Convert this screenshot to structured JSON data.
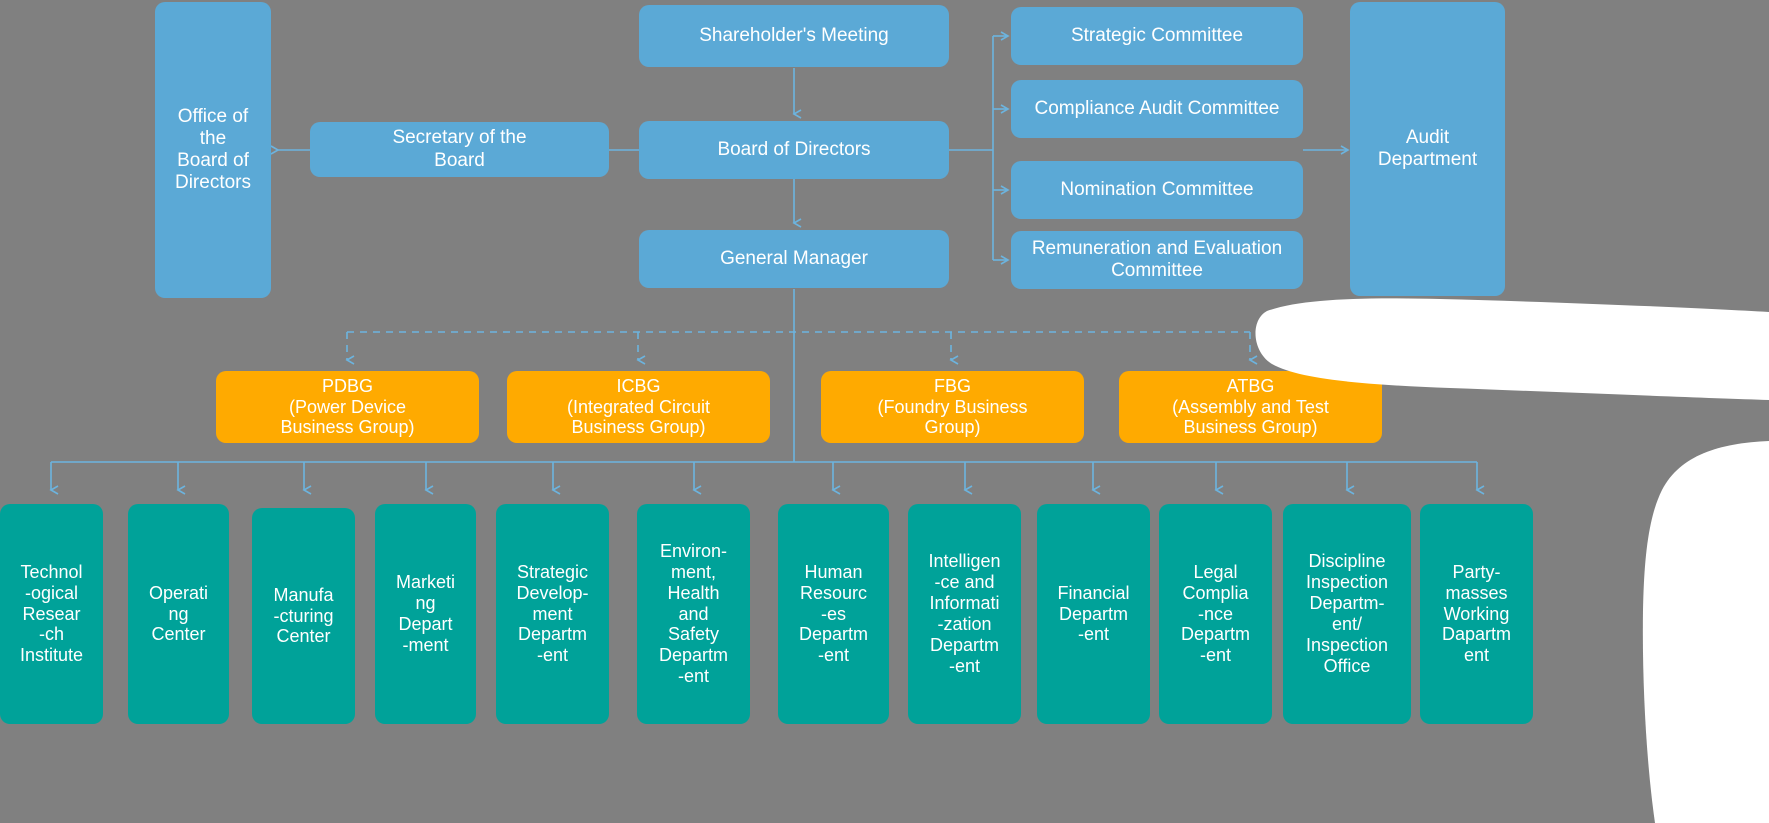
{
  "diagram": {
    "title": "Corporate Organizational Structure Chart",
    "background_color": "#808080",
    "colors": {
      "governance": "#5BA9D6",
      "business_group": "#FFAA00",
      "department": "#00A299",
      "connector": "#6CB4DF",
      "text": "#FFFFFF"
    }
  },
  "governance": {
    "shareholders_meeting": "Shareholder's Meeting",
    "board_of_directors": "Board of Directors",
    "general_manager": "General Manager",
    "secretary_of_the_board": "Secretary of the\nBoard",
    "office_of_the_board": "Office of\nthe\nBoard of\nDirectors",
    "audit_department": "Audit\nDepartment"
  },
  "committees": [
    {
      "label": "Strategic Committee"
    },
    {
      "label": "Compliance Audit Committee"
    },
    {
      "label": "Nomination Committee"
    },
    {
      "label": "Remuneration and Evaluation\nCommittee"
    }
  ],
  "business_groups": [
    {
      "abbr": "PDBG",
      "full": "(Power Device\nBusiness Group)"
    },
    {
      "abbr": "ICBG",
      "full": "(Integrated Circuit\nBusiness Group)"
    },
    {
      "abbr": "FBG",
      "full": "(Foundry Business\nGroup)"
    },
    {
      "abbr": "ATBG",
      "full": "(Assembly and Test\nBusiness Group)"
    }
  ],
  "departments": [
    {
      "label": "Technol\n-ogical\nResear\n-ch\nInstitute"
    },
    {
      "label": "Operati\nng\nCenter"
    },
    {
      "label": "Manufa\n-cturing\nCenter"
    },
    {
      "label": "Marketi\nng\nDepart\n-ment"
    },
    {
      "label": "Strategic\nDevelop-\nment\nDepartm\n-ent"
    },
    {
      "label": "Environ-\nment,\nHealth\nand\nSafety\nDepartm\n-ent"
    },
    {
      "label": "Human\nResourc\n-es\nDepartm\n-ent"
    },
    {
      "label": "Intelligen\n-ce and\nInformati\n-zation\nDepartm\n-ent"
    },
    {
      "label": "Financial\nDepartm\n-ent"
    },
    {
      "label": "Legal\nComplia\n-nce\nDepartm\n-ent"
    },
    {
      "label": "Discipline\nInspection\nDepartm-\nent/\nInspection\nOffice"
    },
    {
      "label": "Party-\nmasses\nWorking\nDapartm\nent"
    }
  ]
}
